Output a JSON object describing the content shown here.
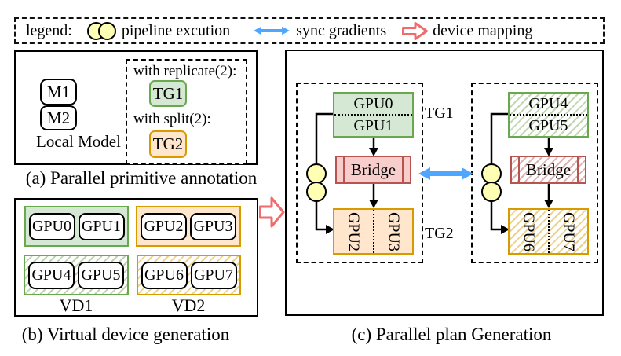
{
  "legend": {
    "label": "legend:",
    "items": [
      {
        "icon": "pipeline-execution-icon",
        "label": "pipeline excution"
      },
      {
        "icon": "sync-gradients-icon",
        "label": "sync gradients"
      },
      {
        "icon": "device-mapping-icon",
        "label": "device mapping"
      }
    ]
  },
  "panel_a": {
    "caption": "(a) Parallel primitive annotation",
    "local_model": {
      "blocks": [
        "M1",
        "M2"
      ],
      "label": "Local Model"
    },
    "annotations": [
      {
        "text": "with replicate(2):",
        "tg": "TG1"
      },
      {
        "text": "with split(2):",
        "tg": "TG2"
      }
    ]
  },
  "panel_b": {
    "caption": "(b) Virtual device generation",
    "groups": [
      {
        "gpus": [
          "GPU0",
          "GPU1"
        ],
        "color": "green",
        "hatched": false
      },
      {
        "gpus": [
          "GPU2",
          "GPU3"
        ],
        "color": "orange",
        "hatched": false
      },
      {
        "gpus": [
          "GPU4",
          "GPU5"
        ],
        "color": "green",
        "hatched": true
      },
      {
        "gpus": [
          "GPU6",
          "GPU7"
        ],
        "color": "orange",
        "hatched": true
      }
    ],
    "device_labels": [
      "VD1",
      "VD2"
    ]
  },
  "panel_c": {
    "caption": "(c) Parallel plan Generation",
    "tg_labels": [
      "TG1",
      "TG2"
    ],
    "plans": [
      {
        "top_gpus": [
          "GPU0",
          "GPU1"
        ],
        "bridge": "Bridge",
        "bottom_gpus": [
          "GPU2",
          "GPU3"
        ],
        "hatched": false
      },
      {
        "top_gpus": [
          "GPU4",
          "GPU5"
        ],
        "bridge": "Bridge",
        "bottom_gpus": [
          "GPU6",
          "GPU7"
        ],
        "hatched": true
      }
    ]
  },
  "colors": {
    "green_fill": "#d5e8d4",
    "green_border": "#6aa84f",
    "orange_fill": "#ffe6cc",
    "orange_border": "#d79b00",
    "red_fill": "#f8cecc",
    "red_border": "#b85450",
    "yellow_fill": "#ffffb3",
    "sync_arrow_blue": "#4da6ff",
    "device_mapping_red": "#f06b6b"
  }
}
